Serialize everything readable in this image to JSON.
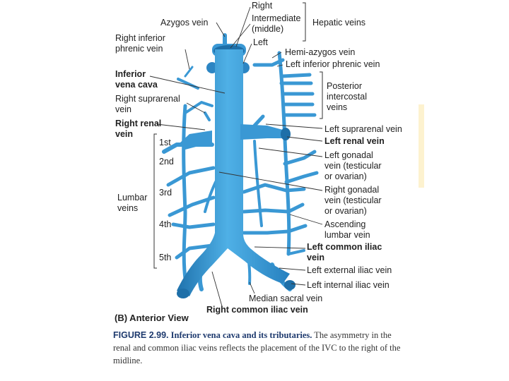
{
  "labels": {
    "right": "Right",
    "intermediate": "Intermediate\n(middle)",
    "left": "Left",
    "hepatic_veins": "Hepatic veins",
    "azygos": "Azygos vein",
    "right_inferior_phrenic": "Right inferior\nphrenic vein",
    "hemi_azygos": "Hemi-azygos vein",
    "left_inferior_phrenic": "Left inferior phrenic vein",
    "ivc": "Inferior\nvena cava",
    "right_suprarenal": "Right suprarenal\nvein",
    "posterior_intercostal": "Posterior\nintercostal\nveins",
    "right_renal": "Right renal\nvein",
    "left_suprarenal": "Left suprarenal vein",
    "left_renal": "Left renal vein",
    "first": "1st",
    "second": "2nd",
    "third": "3rd",
    "fourth": "4th",
    "fifth": "5th",
    "lumbar_veins": "Lumbar\nveins",
    "left_gonadal": "Left gonadal\nvein (testicular\nor ovarian)",
    "right_gonadal": "Right gonadal\nvein (testicular\nor ovarian)",
    "ascending_lumbar": "Ascending\nlumbar vein",
    "left_common_iliac": "Left common iliac\nvein",
    "left_external_iliac": "Left external iliac vein",
    "left_internal_iliac": "Left internal iliac vein",
    "median_sacral": "Median sacral vein",
    "right_common_iliac": "Right common iliac vein",
    "view": "(B) Anterior View"
  },
  "caption": {
    "figure": "FIGURE 2.99.",
    "title": "Inferior vena cava and its tributaries.",
    "text": "The asymmetry in the renal and common iliac veins reflects the placement of the IVC to the right of the midline."
  },
  "colors": {
    "vein": "#3a98d4",
    "vein_dark": "#1e6fa8",
    "vein_light": "#7cc3ea",
    "leader": "#333333",
    "caption_title": "#1e3a6e",
    "side_tab": "#fdf2cf"
  }
}
